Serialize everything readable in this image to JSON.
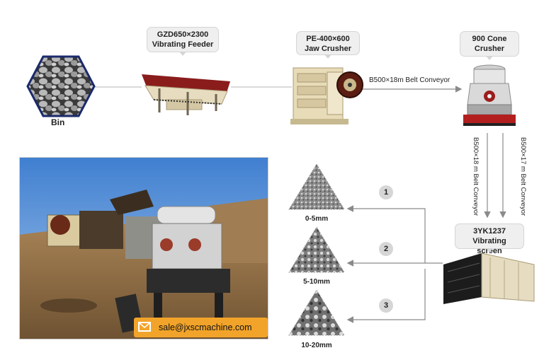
{
  "equipment": {
    "bin_label": "Bin",
    "feeder_label": "GZD650×2300\nVibrating Feeder",
    "jaw_label": "PE-400×600\nJaw Crusher",
    "cone_label": "900 Cone\nCrusher",
    "screen_label": "3YK1237\nVibrating screen"
  },
  "conveyors": {
    "horizontal": "B500×18m Belt Conveyor",
    "vertical_left": "B500×18 m Belt Conveyor",
    "vertical_right": "B500×17 m Belt Conveyor"
  },
  "products": [
    {
      "step": "1",
      "size": "0-5mm"
    },
    {
      "step": "2",
      "size": "5-10mm"
    },
    {
      "step": "3",
      "size": "10-20mm"
    }
  ],
  "contact": {
    "email": "sale@jxscmachine.com"
  },
  "colors": {
    "accent_orange": "#f2a42a",
    "arrow_gray": "#8a8a8a",
    "callout_bg": "#efefef"
  }
}
